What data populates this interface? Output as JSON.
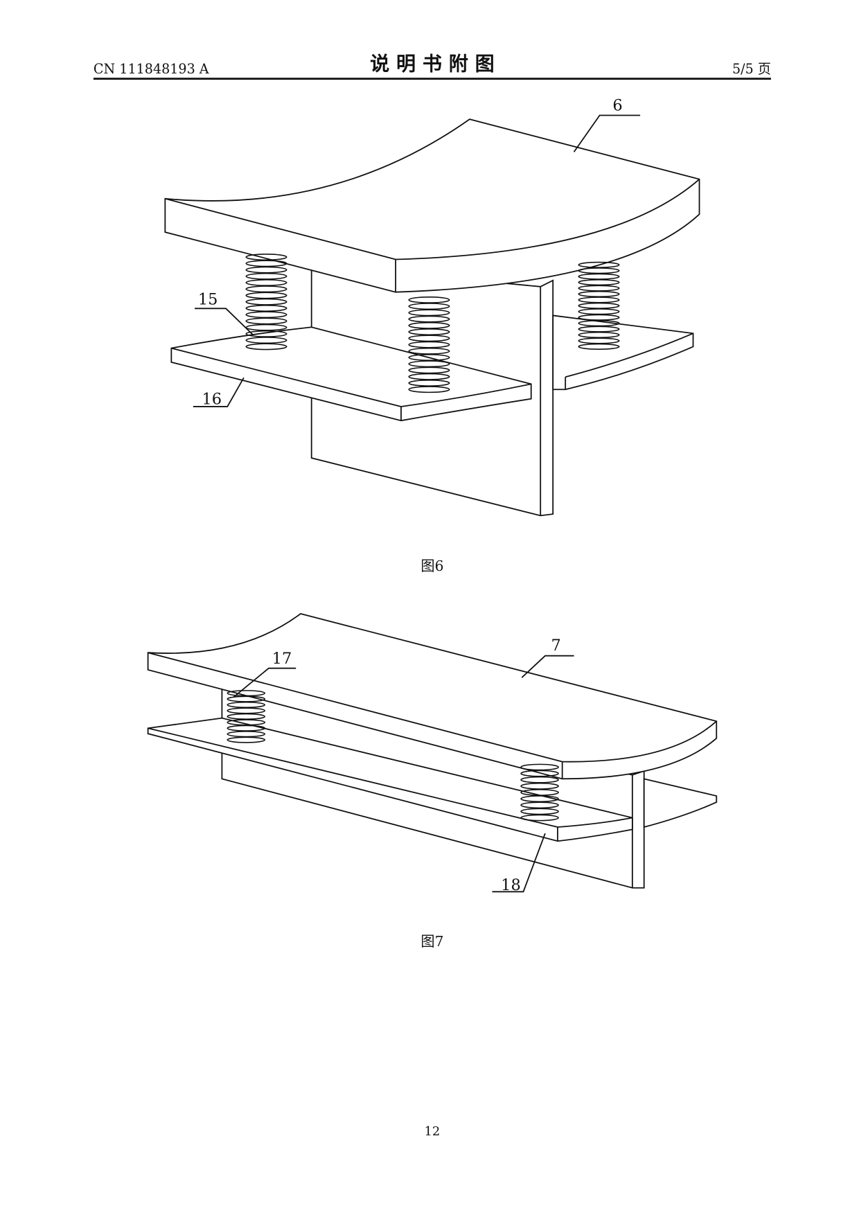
{
  "header": {
    "publication_number": "CN 111848193 A",
    "title": "说 明 书 附 图",
    "page_of": "5/5 页"
  },
  "figures": [
    {
      "caption": "图6",
      "labels": [
        "6",
        "15",
        "16"
      ]
    },
    {
      "caption": "图7",
      "labels": [
        "7",
        "17",
        "18"
      ]
    }
  ],
  "footer": {
    "page_number": "12"
  }
}
